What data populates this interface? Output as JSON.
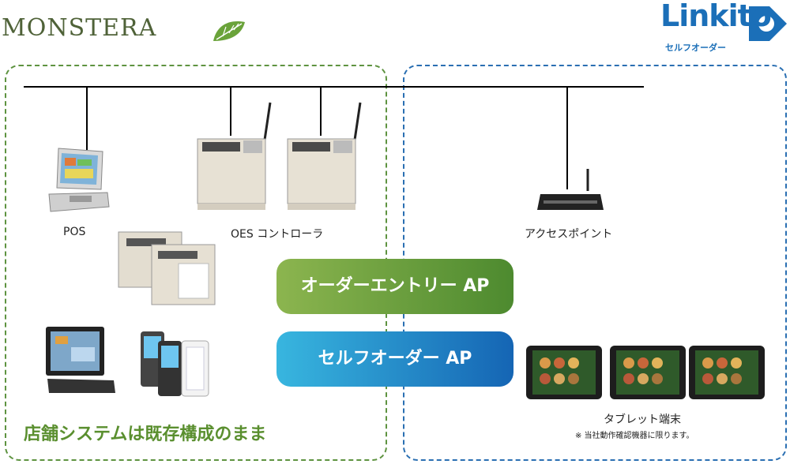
{
  "brand": {
    "monstera_logo": "MONSTERA",
    "linkit_logo": "Linkito",
    "linkit_subtitle": "セルフオーダー"
  },
  "devices": {
    "pos": "POS",
    "oes_controller": "OES コントローラ",
    "access_point": "アクセスポイント",
    "tablet": "タブレット端末"
  },
  "apps": {
    "order_entry": "オーダーエントリー AP",
    "self_order": "セルフオーダー AP"
  },
  "notes": {
    "existing_system": "店舗システムは既存構成のまま",
    "tablet_note": "※ 当社動作確認機器に限ります。"
  },
  "colors": {
    "green": "#5e9340",
    "blue": "#2a6fb2",
    "leaf": "#6aa33a"
  }
}
